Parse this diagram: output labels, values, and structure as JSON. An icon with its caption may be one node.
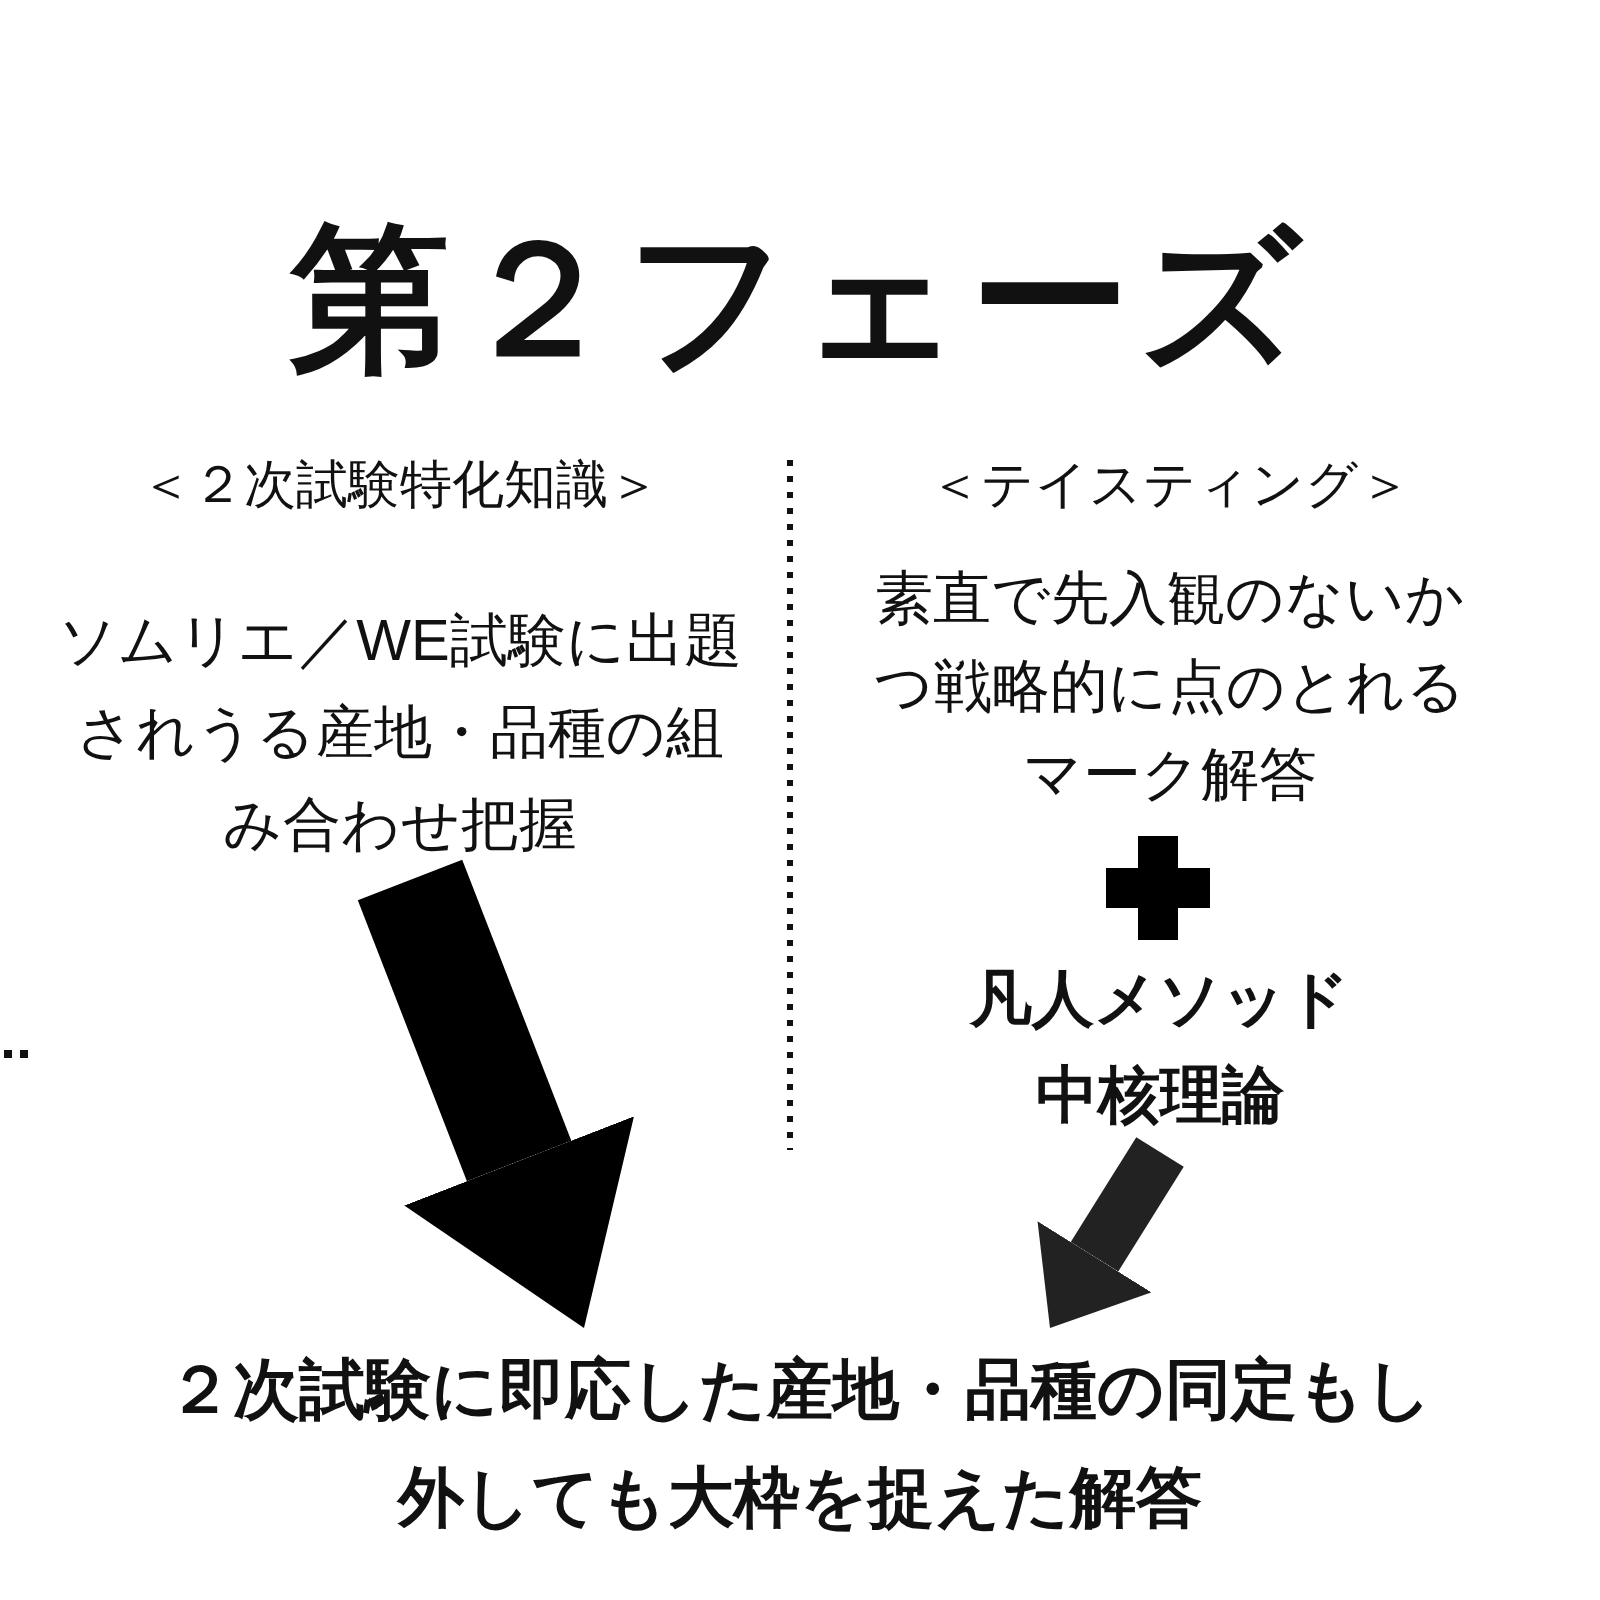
{
  "diagram": {
    "title": "第２フェーズ",
    "nodes": [
      {
        "text": [
          "＜２次試験特化知識＞",
          "ソムリエ／WE試験に出題されうる産地・品種の組み合わせ把握"
        ]
      },
      {
        "text": [
          "＜テイスティング＞",
          "素直で先入観のないかつ戦略的に点のとれるマーク解答"
        ]
      },
      {
        "text": [
          "凡人メソッド中核理論"
        ]
      },
      {
        "text": [
          "２次試験に即応した産地・品種の同定もし外しても大枠を捉えた解答"
        ]
      }
    ],
    "edges": [
      {
        "from": 0,
        "to": 3,
        "arrow": "to",
        "style": "thick"
      },
      {
        "from": 2,
        "to": 3,
        "arrow": "to"
      }
    ]
  }
}
